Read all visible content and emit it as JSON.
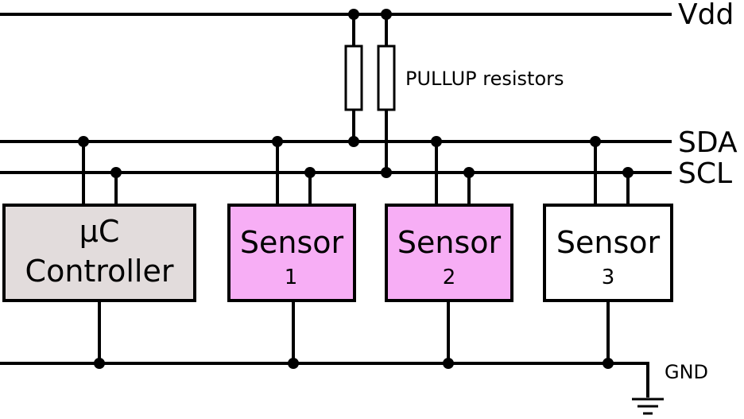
{
  "bus_labels": {
    "vdd": "Vdd",
    "sda": "SDA",
    "scl": "SCL",
    "gnd": "GND"
  },
  "pullup_label": "PULLUP resistors",
  "controller": {
    "line1": "µC",
    "line2": "Controller",
    "fill": "#e2dcdc"
  },
  "sensors": [
    {
      "title": "Sensor",
      "number": "1",
      "fill": "#f7aef5"
    },
    {
      "title": "Sensor",
      "number": "2",
      "fill": "#f7aef5"
    },
    {
      "title": "Sensor",
      "number": "3",
      "fill": "#ffffff"
    }
  ],
  "colors": {
    "line": "#000000"
  }
}
